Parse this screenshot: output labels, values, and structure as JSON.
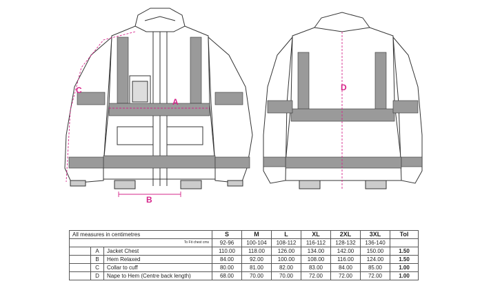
{
  "diagram_labels": {
    "a": "A",
    "b": "B",
    "c": "C",
    "d": "D"
  },
  "colors": {
    "measure": "#d6248a",
    "stroke": "#333333",
    "tape": "#9a9a9a"
  },
  "table": {
    "title": "All measures in centimetres",
    "fit_label": "To Fit chest cms",
    "tol_header": "Tol",
    "sizes": [
      "S",
      "M",
      "L",
      "XL",
      "2XL",
      "3XL"
    ],
    "fit_chest": [
      "92-96",
      "100-104",
      "108-112",
      "116-112",
      "128-132",
      "136-140"
    ],
    "rows": [
      {
        "code": "A",
        "name": "Jacket Chest",
        "values": [
          "110.00",
          "118.00",
          "126.00",
          "134.00",
          "142.00",
          "150.00"
        ],
        "tol": "1.50"
      },
      {
        "code": "B",
        "name": "Hem Relaxed",
        "values": [
          "84.00",
          "92.00",
          "100.00",
          "108.00",
          "116.00",
          "124.00"
        ],
        "tol": "1.50"
      },
      {
        "code": "C",
        "name": "Collar to cuff",
        "values": [
          "80.00",
          "81.00",
          "82.00",
          "83.00",
          "84.00",
          "85.00"
        ],
        "tol": "1.00"
      },
      {
        "code": "D",
        "name": "Nape to Hem (Centre back length)",
        "values": [
          "68.00",
          "70.00",
          "70.00",
          "72.00",
          "72.00",
          "72.00"
        ],
        "tol": "1.00"
      }
    ]
  }
}
